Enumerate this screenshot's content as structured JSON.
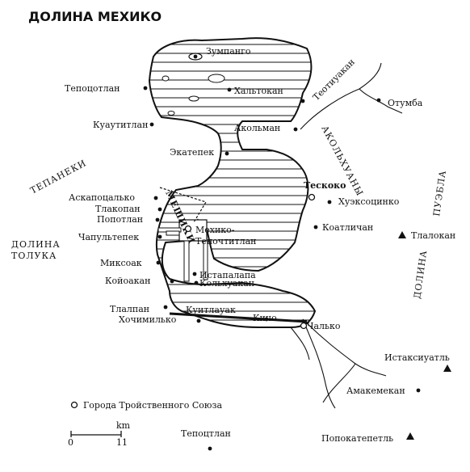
{
  "title": "ДОЛИНА МЕХИКО",
  "regions": {
    "tepaneki": "ТЕПАНЕКИ",
    "toluka_1": "ДОЛИНА",
    "toluka_2": "ТОЛУКА",
    "akolhuan": "АКОЛЬХУАНЫ",
    "puebla": "ПУЭБЛА",
    "dolina": "ДОЛИНА",
    "mexica": "МЕШИКИ"
  },
  "places": {
    "zumpango": "Зумпанго",
    "tepotzotlan": "Тепоцотлан",
    "xaltocan": "Хальтокан",
    "teotihuacan": "Теотиуакан",
    "otumba": "Отумба",
    "cuauhtitlan": "Куаутитлан",
    "acolman": "Акольман",
    "ecatepec": "Экатепек",
    "texcoco": "Тескоко",
    "huexotzinco": "Хуэксоцинко",
    "azcapotzalco": "Аскапоцалько",
    "tlacopan": "Тлакопан",
    "popotlan": "Попотлан",
    "chapultepec": "Чапультепек",
    "mexico": "Мехико-",
    "tenochtitlan": "Теночтитлан",
    "coatlichan": "Коатличан",
    "tlaloc": "Тлалокан",
    "mixcoac": "Миксоак",
    "iztapalapa": "Истапалапа",
    "coyoacan": "Койоакан",
    "culhuacan": "Кольхуакан",
    "tlalpan": "Тлалпан",
    "cuitlahuac": "Куитлауак",
    "xochimilco": "Хочимилько",
    "mizquic": "Кичо",
    "chalco": "Чалько",
    "iztaccihuatl": "Истаксиуатль",
    "amecameca": "Амакемекан",
    "popocatepetl": "Попокатепетль",
    "tepoztlan": "Тепоцтлан"
  },
  "legend": {
    "triple_alliance": "Города Тройственного Союза"
  },
  "scale": {
    "unit": "km",
    "zero": "0",
    "max": "11"
  }
}
